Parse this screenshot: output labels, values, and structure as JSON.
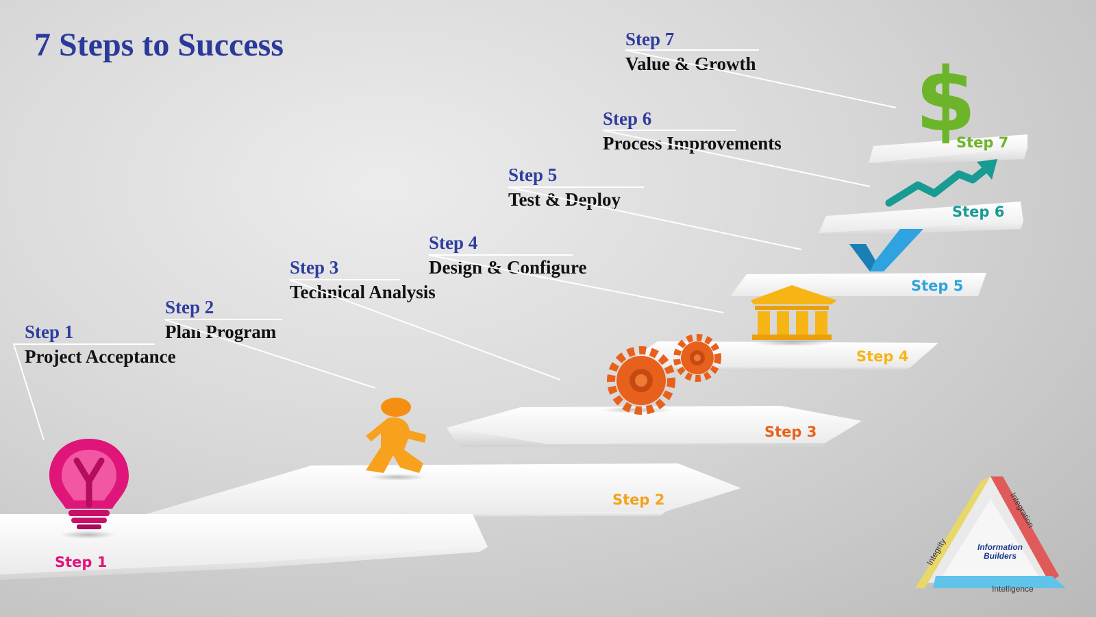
{
  "title": "7 Steps to Success",
  "steps": [
    {
      "step": "Step 1",
      "name": "Project Acceptance",
      "stair_label": "Step 1",
      "color": "#e0157a",
      "icon": "lightbulb-icon"
    },
    {
      "step": "Step 2",
      "name": "Plan Program",
      "stair_label": "Step 2",
      "color": "#f5a21b",
      "icon": "walking-person-icon"
    },
    {
      "step": "Step 3",
      "name": "Technical Analysis",
      "stair_label": "Step 3",
      "color": "#e8611c",
      "icon": "gears-icon"
    },
    {
      "step": "Step 4",
      "name": "Design & Configure",
      "stair_label": "Step 4",
      "color": "#f7b515",
      "icon": "building-icon"
    },
    {
      "step": "Step 5",
      "name": "Test & Deploy",
      "stair_label": "Step 5",
      "color": "#2ea3df",
      "icon": "checkmark-icon"
    },
    {
      "step": "Step 6",
      "name": "Process Improvements",
      "stair_label": "Step 6",
      "color": "#179b93",
      "icon": "growth-arrow-icon"
    },
    {
      "step": "Step 7",
      "name": "Value & Growth",
      "stair_label": "Step 7",
      "color": "#6cb52b",
      "icon": "dollar-icon"
    }
  ],
  "logo": {
    "name_line1": "Information",
    "name_line2": "Builders",
    "side_left": "Integrity",
    "side_right": "Integration",
    "side_bottom": "Intelligence"
  }
}
